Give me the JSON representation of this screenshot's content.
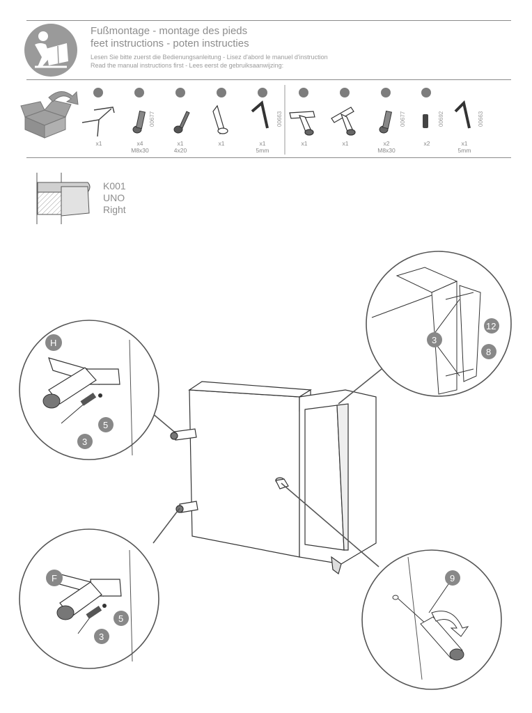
{
  "header": {
    "title_line1": "Fußmontage - montage des pieds",
    "title_line2": "feet instructions - poten instructies",
    "sub_line1": "Lesen Sie bitte zuerst die Bedienungsanleitung - Lisez d'abord le manuel d'instruction",
    "sub_line2": "Read the manual instructions first - Lees eerst de gebruiksaanwijzing:"
  },
  "parts": [
    {
      "qty": "x1",
      "spec": "",
      "code": ""
    },
    {
      "qty": "x4",
      "spec": "M8x30",
      "code": "00677"
    },
    {
      "qty": "x1",
      "spec": "4x20",
      "code": ""
    },
    {
      "qty": "x1",
      "spec": "",
      "code": ""
    },
    {
      "qty": "x1",
      "spec": "5mm",
      "code": "00663"
    },
    {
      "qty": "x1",
      "spec": "",
      "code": ""
    },
    {
      "qty": "x1",
      "spec": "",
      "code": ""
    },
    {
      "qty": "x2",
      "spec": "M8x30",
      "code": "00677"
    },
    {
      "qty": "x2",
      "spec": "",
      "code": "00692"
    },
    {
      "qty": "x1",
      "spec": "5mm",
      "code": "00663"
    }
  ],
  "model": {
    "line1": "K001",
    "line2": "UNO",
    "line3": "Right"
  },
  "callouts": {
    "h": "H",
    "f": "F",
    "five_a": "5",
    "five_b": "5",
    "three_a": "3",
    "three_b": "3",
    "three_c": "3",
    "nine": "9",
    "eight": "8",
    "twelve": "12"
  }
}
